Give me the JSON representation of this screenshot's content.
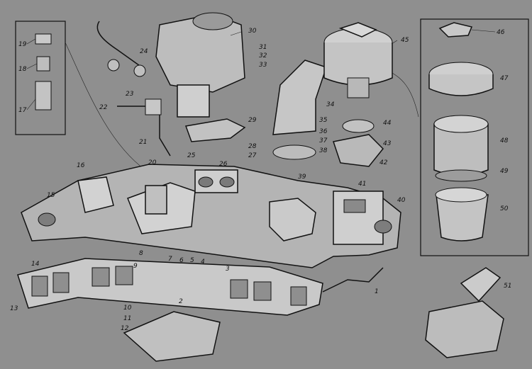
{
  "diagram": {
    "labels": {
      "n1": "1",
      "n2": "2",
      "n3": "3",
      "n4": "4",
      "n5": "5",
      "n6": "6",
      "n7": "7",
      "n8": "8",
      "n9": "9",
      "n10": "10",
      "n11": "11",
      "n12": "12",
      "n13": "13",
      "n14": "14",
      "n15": "15",
      "n16": "16",
      "n17": "17",
      "n18": "18",
      "n19": "19",
      "n20": "20",
      "n21": "21",
      "n22": "22",
      "n23": "23",
      "n24": "24",
      "n25": "25",
      "n26": "26",
      "n27": "27",
      "n28": "28",
      "n29": "29",
      "n30": "30",
      "n31": "31",
      "n32": "32",
      "n33": "33",
      "n34": "34",
      "n35": "35",
      "n36": "36",
      "n37": "37",
      "n38": "38",
      "n39": "39",
      "n40": "40",
      "n41": "41",
      "n42": "42",
      "n43": "43",
      "n44": "44",
      "n45": "45",
      "n46": "46",
      "n47": "47",
      "n48": "48",
      "n49": "49",
      "n50": "50",
      "n51": "51"
    }
  }
}
